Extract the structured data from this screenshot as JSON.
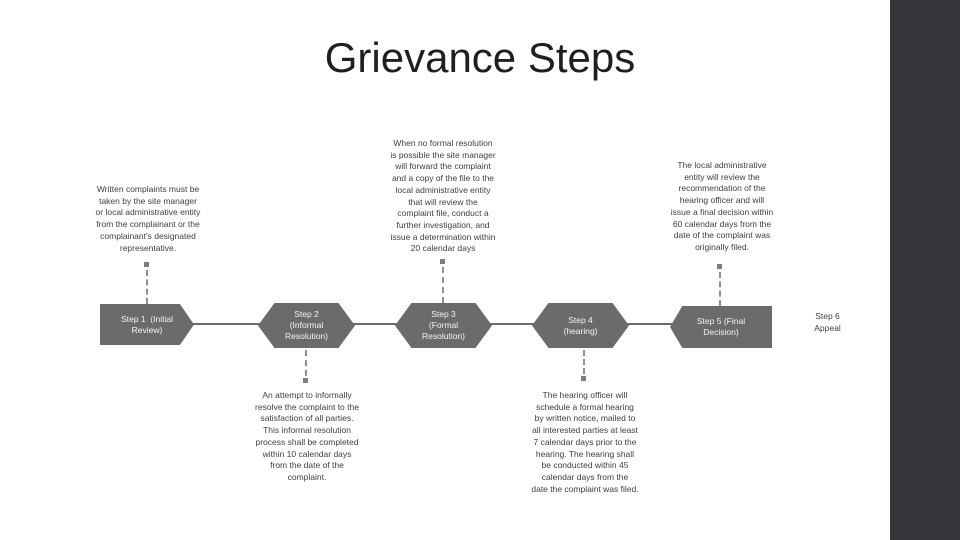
{
  "slide": {
    "title": "Grievance Steps"
  },
  "timeline": {
    "steps": [
      {
        "id": 1,
        "label": "Step 1  (Initial\nReview)"
      },
      {
        "id": 2,
        "label": "Step 2\n(Informal\nResolution)"
      },
      {
        "id": 3,
        "label": "Step 3\n(Formal\nResolution)"
      },
      {
        "id": 4,
        "label": "Step 4\n(hearing)"
      },
      {
        "id": 5,
        "label": "Step 5 (Final\nDecision)"
      },
      {
        "id": 6,
        "label": "Step 6\nAppeal"
      }
    ],
    "notes": [
      {
        "position": "above-step-1",
        "text": "Written complaints must be\ntaken by the site manager\nor local administrative entity\nfrom the complainant or the\ncomplainant's designated\nrepresentative."
      },
      {
        "position": "above-step-3",
        "text": "When no formal resolution\nis possible the site manager\nwill forward the complaint\nand a copy of the file to the\nlocal administrative entity\nthat will review the\ncomplaint file, conduct a\nfurther investigation, and\nissue a determination within\n20 calendar days"
      },
      {
        "position": "above-step-5",
        "text": "The local administrative\nentity will review the\nrecommendation of the\nhearing officer and will\nissue a final decision within\n60 calendar days from the\ndate of the complaint was\noriginally filed."
      },
      {
        "position": "below-step-2",
        "text": "An attempt to informally\nresolve the complaint to the\nsatisfaction of all parties.\nThis informal resolution\nprocess shall be completed\nwithin 10 calendar days\nfrom the date of the\ncomplaint."
      },
      {
        "position": "below-step-4",
        "text": "The hearing officer will\nschedule a formal hearing\nby written notice, mailed to\nall interested parties at least\n7 calendar days prior to the\nhearing. The hearing shall\nbe conducted within 45\ncalendar days  from the\ndate the complaint was filed."
      }
    ]
  },
  "colors": {
    "background": "#ffffff",
    "sidebar": "#34363a",
    "title_text": "#1f1f1f",
    "body_text": "#404040",
    "shape_fill": "#6b6b6b",
    "shape_text": "#f4f4f4",
    "connector_line": "#6b6b6b",
    "dashed_connector": "#8f8f8f",
    "connector_square": "#7d7d7d"
  }
}
